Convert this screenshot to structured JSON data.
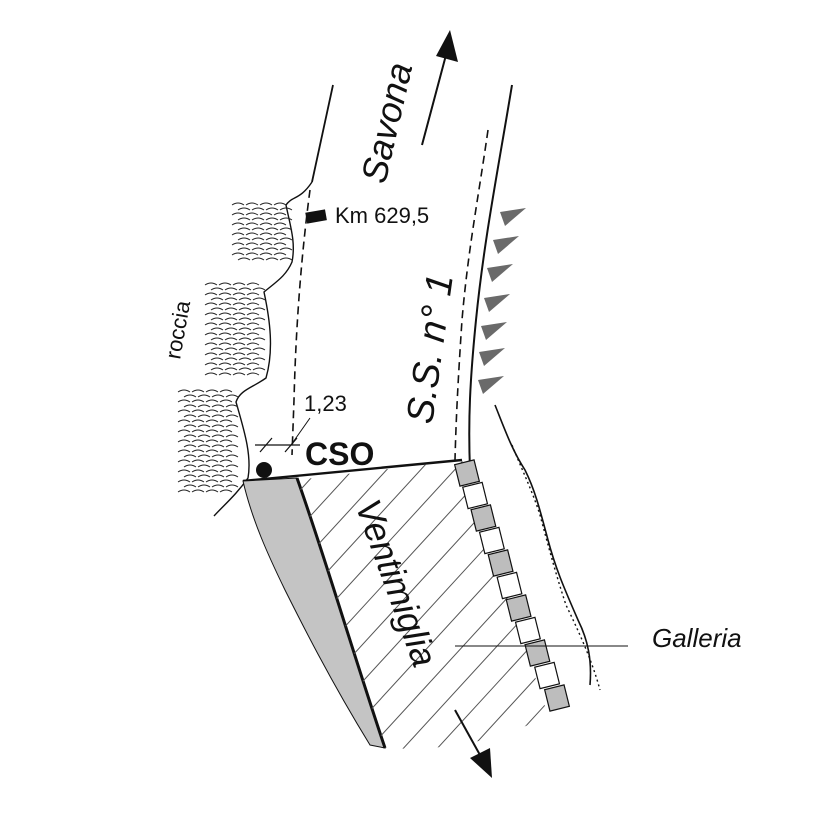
{
  "diagram": {
    "direction_top": "Savona",
    "direction_bottom": "Ventimiglia",
    "road_label": "S.S. n° 1",
    "km_marker": "Km 629,5",
    "rock_label": "roccia",
    "distance_label": "1,23",
    "station_label": "CSO",
    "tunnel_label": "Galleria",
    "colors": {
      "ink": "#111111",
      "rock_fill": "#c4c4c4",
      "tunnel_block": "#bdbdbd",
      "hatch": "#555555",
      "teeth": "#6a6a6a"
    },
    "icons": [
      "arrow-up-icon",
      "arrow-down-icon",
      "km-marker-icon",
      "station-dot-icon"
    ]
  }
}
